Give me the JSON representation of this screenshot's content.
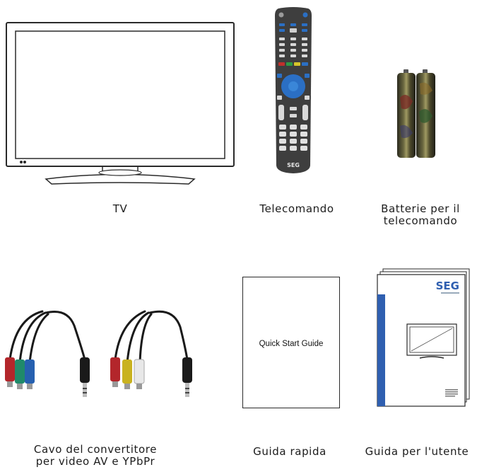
{
  "items": [
    {
      "caption": "TV"
    },
    {
      "caption": "Telecomando",
      "brand": "SEG"
    },
    {
      "caption": "Batterie per il\ntelecomando"
    },
    {
      "caption": "Cavo del convertitore\nper video AV e YPbPr"
    },
    {
      "caption": "Guida rapida",
      "booklet_title": "Quick Start Guide"
    },
    {
      "caption": "Guida per l'utente",
      "brand": "SEG"
    }
  ],
  "colors": {
    "tv_outline": "#2a2a2a",
    "remote_body": "#3e3e3e",
    "remote_blue": "#2b6fc4",
    "manual_stripe": "#2f5fb0",
    "plug_red": "#b3262b",
    "plug_green": "#1f8a6a",
    "plug_blue": "#2660b0",
    "plug_yellow": "#c9b21f",
    "plug_white": "#e8e8e8"
  }
}
